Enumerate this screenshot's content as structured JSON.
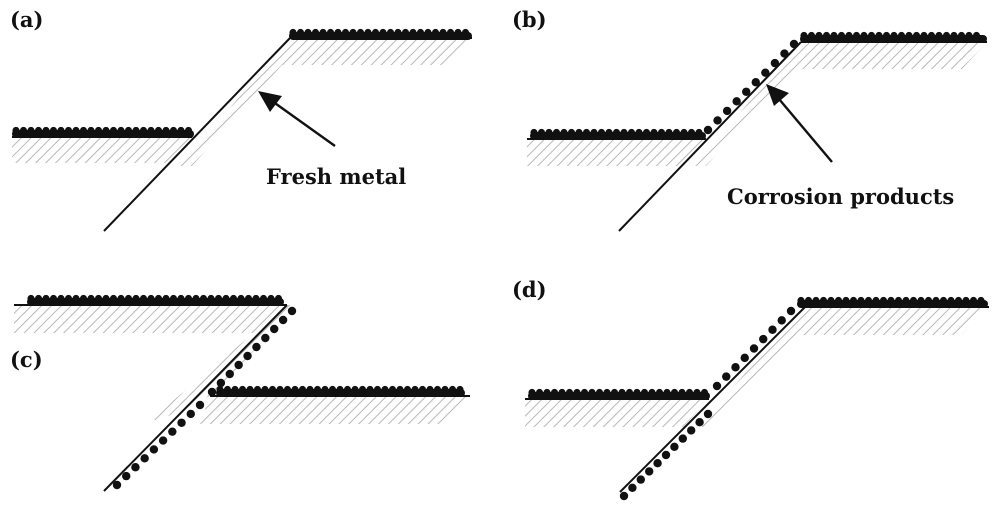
{
  "figure": {
    "description": "Schematic of slip-step dissolution: surface oxide film ruptured by slip, exposing fresh metal that then corrodes",
    "panels": [
      {
        "id": "a",
        "label": "(a)",
        "annotation": "Fresh metal",
        "state": "slip step exposes fresh metal; film intact on terraces"
      },
      {
        "id": "b",
        "label": "(b)",
        "annotation": "Corrosion products",
        "state": "corrosion products form on exposed slip step"
      },
      {
        "id": "c",
        "label": "(c)",
        "annotation": "",
        "state": "further slip on the same plane; step covered with corrosion products"
      },
      {
        "id": "d",
        "label": "(d)",
        "annotation": "",
        "state": "repassivated step fully covered with corrosion products"
      }
    ],
    "colors": {
      "film": "#111111",
      "line": "#111111",
      "hatch": "#b8b8b8",
      "background": "#ffffff"
    }
  }
}
